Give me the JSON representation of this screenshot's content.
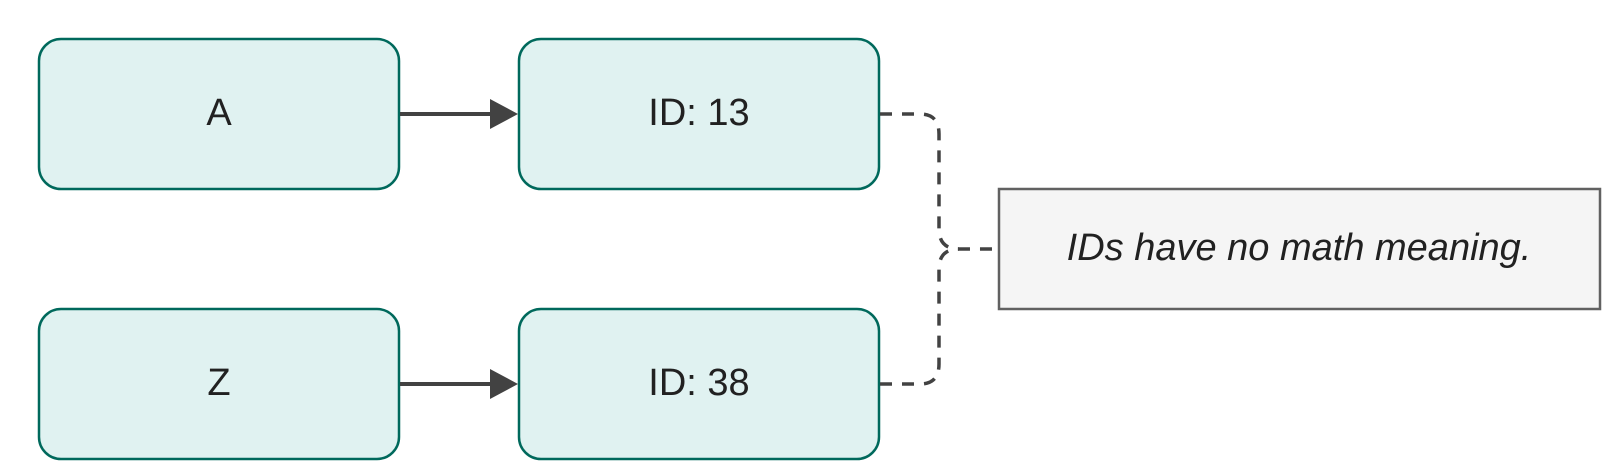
{
  "diagram": {
    "nodes": {
      "a": {
        "label": "A"
      },
      "id13": {
        "label": "ID: 13"
      },
      "z": {
        "label": "Z"
      },
      "id38": {
        "label": "ID: 38"
      }
    },
    "note": {
      "label": "IDs have no math meaning."
    },
    "colors": {
      "node_fill": "#e0f2f1",
      "node_stroke": "#00695c",
      "note_fill": "#f5f5f5",
      "note_stroke": "#616161",
      "edge": "#424242",
      "text": "#212121"
    }
  }
}
